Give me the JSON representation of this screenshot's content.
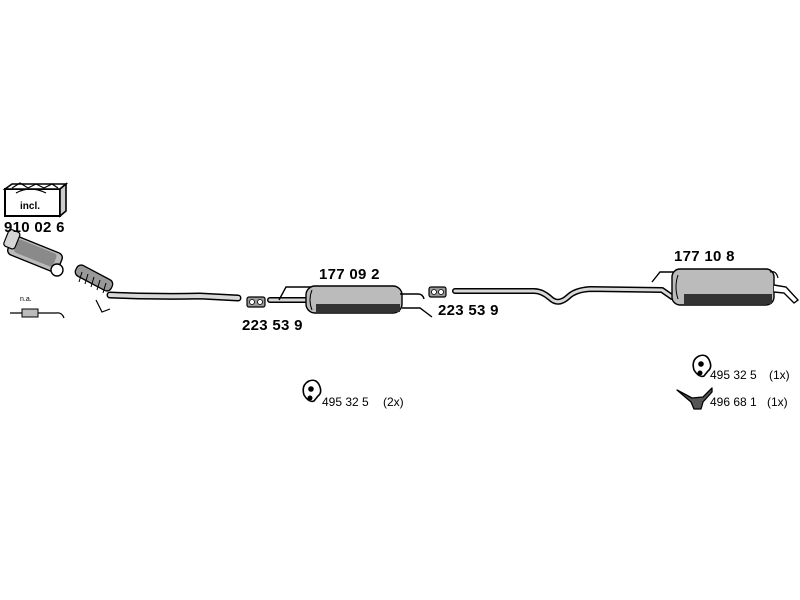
{
  "kit": {
    "box_label": "incl.",
    "part_number": "910 02 6"
  },
  "sensor_note": "n.a.",
  "parts": {
    "clamp_left": "223 53 9",
    "clamp_right": "223 53 9",
    "center_silencer": "177 09 2",
    "rear_silencer": "177 10 8"
  },
  "hardware": [
    {
      "part": "495 32 5",
      "qty": "(2x)",
      "icon": "rubber-mount-icon"
    },
    {
      "part": "495 32 5",
      "qty": "(1x)",
      "icon": "rubber-mount-icon"
    },
    {
      "part": "496 68 1",
      "qty": "(1x)",
      "icon": "y-hanger-icon"
    }
  ],
  "colors": {
    "line": "#000000",
    "fill": "#bbbbbb",
    "dark": "#333333"
  }
}
